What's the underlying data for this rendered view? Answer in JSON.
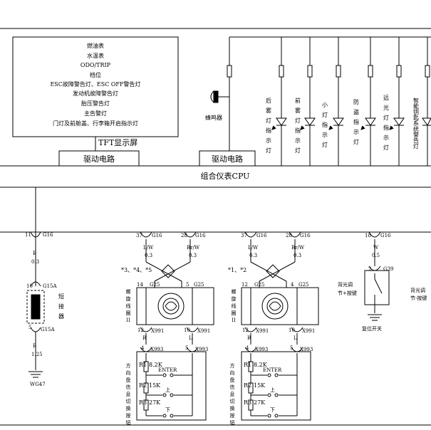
{
  "display": {
    "items": [
      "燃油表",
      "水温表",
      "ODO/TRIP",
      "档位",
      "ESC故障警告灯、ESC OFF警告灯",
      "发动机故障警告灯",
      "胎压警告灯",
      "主告警灯",
      "门灯及前舱盖、行李箱开启指示灯"
    ],
    "tft_label": "TFT显示屏",
    "drive_left": "驱动电路",
    "drive_right": "驱动电路",
    "buzzer": "蜂鸣器"
  },
  "indicators": [
    {
      "chars": [
        "后",
        "雾",
        "灯",
        "指",
        "示",
        "灯"
      ]
    },
    {
      "chars": [
        "前",
        "雾",
        "灯",
        "指",
        "示",
        "灯"
      ]
    },
    {
      "chars": [
        "小",
        "灯",
        "指",
        "示",
        "灯"
      ]
    },
    {
      "chars": [
        "防",
        "盗",
        "指",
        "示",
        "灯"
      ]
    },
    {
      "chars": [
        "远",
        "光",
        "灯",
        "指",
        "示",
        "灯"
      ]
    },
    {
      "chars": [
        "智",
        "能",
        "钥",
        "匙",
        "系",
        "统",
        "警",
        "告",
        "灯"
      ]
    }
  ],
  "cpu_label": "组合仪表CPU",
  "short": {
    "pin_top": "11",
    "conn_top": "G16",
    "wire_color": "B",
    "wire_size": "0.3",
    "pin_mid": "10",
    "conn_mid": "G15A",
    "chars": [
      "短",
      "接",
      "器"
    ],
    "pin_bot": "5",
    "conn_bot": "G15A",
    "wire_color2": "B",
    "wire_size2": "1.25",
    "ground": "WG47"
  },
  "coil_a": {
    "pin_l": "37",
    "conn_l": "G16",
    "pin_r": "28",
    "conn_r": "G16",
    "wire_l": "L/W",
    "wire_r": "Br/W",
    "size_l": "0.3",
    "size_r": "0.3",
    "note": "*3、*4、*5",
    "pin_cl": "14",
    "conn_cl": "G25",
    "pin_cr": "5",
    "conn_cr": "G25",
    "chars": [
      "螺",
      "旋",
      "线",
      "圈",
      "II"
    ],
    "pin_bl": "12",
    "conn_bl": "X991",
    "pin_br": "10",
    "conn_br": "X991",
    "wire_bl": "R",
    "wire_br": "L",
    "pin_sl": "4",
    "conn_sl": "X993",
    "pin_sr": "5",
    "conn_sr": "X993",
    "sw_chars": [
      "方",
      "向",
      "盘",
      "信",
      "息",
      "切",
      "换",
      "按",
      "钮"
    ],
    "r1": "R1",
    "r1v": "8.2K",
    "r2": "R2",
    "r2v": "15K",
    "r3": "R3",
    "r3v": "27K",
    "enter": "ENTER",
    "up": "上",
    "down": "下"
  },
  "coil_b": {
    "pin_l": "37",
    "conn_l": "G16",
    "pin_r": "28",
    "conn_r": "G16",
    "wire_l": "L/W",
    "wire_r": "Br/W",
    "size_l": "0.3",
    "size_r": "0.3",
    "note": "*1、*2",
    "pin_cl": "12",
    "conn_cl": "G25",
    "pin_cr": "4",
    "conn_cr": "G25",
    "chars": [
      "螺",
      "旋",
      "线",
      "圈",
      "II"
    ],
    "pin_bl": "12",
    "conn_bl": "X991",
    "pin_br": "10",
    "conn_br": "X991",
    "wire_bl": "R",
    "wire_br": "L",
    "pin_sl": "4",
    "conn_sl": "X993",
    "pin_sr": "5",
    "conn_sr": "X993",
    "sw_chars": [
      "方",
      "向",
      "盘",
      "信",
      "息",
      "切",
      "换",
      "按",
      "钮"
    ],
    "r1": "R1",
    "r1v": "8.2K",
    "r2": "R2",
    "r2v": "15K",
    "r3": "R3",
    "r3v": "27K",
    "enter": "ENTER",
    "up": "上",
    "down": "下"
  },
  "reset": {
    "pin_top": "18",
    "conn_top": "G16",
    "wire_color": "W",
    "wire_size": "0.5",
    "pin_sw": "2",
    "conn_sw": "G39",
    "label_left": [
      "背光调",
      "节+按键"
    ],
    "label_right": [
      "背光调",
      "节-按键"
    ],
    "caption": "复位开关"
  }
}
